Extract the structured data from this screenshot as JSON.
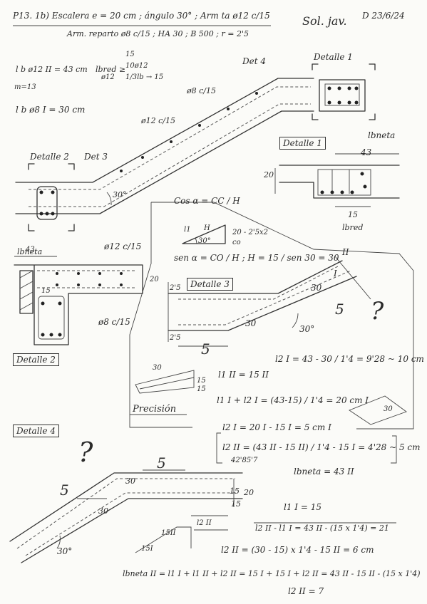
{
  "header": {
    "line1": "P13. 1b) Escalera e = 20 cm ; ángulo 30° ; Arm ta ø12 c/15",
    "line2": "Arm. reparto ø8 c/15 ; HA 30 ; B 500 ; r = 2'5",
    "sol": "Sol. jav.",
    "date": "D 23/6/24"
  },
  "anchorage": {
    "lb12": "l b ø12 II = 43 cm",
    "m13": "m=13",
    "lbred": "lbred ≥",
    "lbred_opts": [
      "15",
      "10ø12",
      "1/3lb → 15"
    ],
    "lbred_sub": "ø12",
    "lb8": "l b ø8 I = 30 cm"
  },
  "details": {
    "det4": "Det 4",
    "det1": "Detalle 1",
    "det2": "Detalle 2",
    "det3": "Det 3",
    "det1_box": "Detalle 1",
    "det3_box": "Detalle 3",
    "det2_box": "Detalle 2",
    "det4_box": "Detalle 4"
  },
  "bars": {
    "phi8": "ø8 c/15",
    "phi12": "ø12 c/15",
    "phi12b": "ø12 c/15",
    "phi8b": "ø8 c/15",
    "angle": "30°",
    "angle2": "30°",
    "angle3": "30°",
    "angle4": "30°"
  },
  "lbneta": {
    "label": "lbneta",
    "value": "43",
    "label2": "lbneta",
    "value2": "43",
    "dim20": "20",
    "dim15": "15",
    "lbred": "lbred",
    "dim15b": "15",
    "dim20b": "20"
  },
  "trig": {
    "cos": "Cos α = CC / H",
    "h_tri": "H",
    "co": "20 - 2'5x2",
    "co_sub": "co",
    "sen": "sen α = CO / H ; H = 15 / sen 30 = 30",
    "l1": "l1",
    "ang30": "30°"
  },
  "det3": {
    "dim25a": "2'5",
    "dim25b": "2'5",
    "five": "5",
    "thirty": "30",
    "thirty2": "30",
    "roman1": "I",
    "roman2": "II",
    "five2": "5",
    "question": "?"
  },
  "calc": {
    "l2I": "l2 I = 43 - 30 / 1'4 = 9'28 ~ 10 cm",
    "l1II": "l1 II = 15 II",
    "sum": "l1 I + l2 I = (43-15) / 1'4 = 20 cm I",
    "precision": "Precisión",
    "l2I_b": "l2 I = 20 I - 15 I = 5 cm I",
    "l2II": "l2 II = (43 II - 15 II) / 1'4 - 15 I = 4'28 ~ 5 cm",
    "note": "42'85'7",
    "lbneta43": "lbneta = 43 II",
    "sm_dims": [
      "5",
      "30",
      "15",
      "15",
      "15",
      "20",
      "30"
    ],
    "tri_small": "30"
  },
  "det4": {
    "q": "?",
    "five": "5",
    "five_b": "5",
    "thirty": "30",
    "thirty_b": "30",
    "fifteen": "15",
    "dim15": "15",
    "dim20": "20",
    "angle": "30°",
    "l1I": "l1 I = 15",
    "l2IIeq": "l2 II - l1 I = 43 II - (15 x 1'4) = 21",
    "l2IIb": "l2 II = (30 - 15) x 1'4 - 15 II = 6 cm",
    "l2II_lbl": "l2 II",
    "lbeq": "lbneta II = l1 I + l1 II + l2 II = 15 I + 15 I + l2 II = 43 II - 15 II - (15 x 1'4)",
    "l2II7": "l2 II = 7",
    "sm15": "15II",
    "sm15b": "15I"
  }
}
